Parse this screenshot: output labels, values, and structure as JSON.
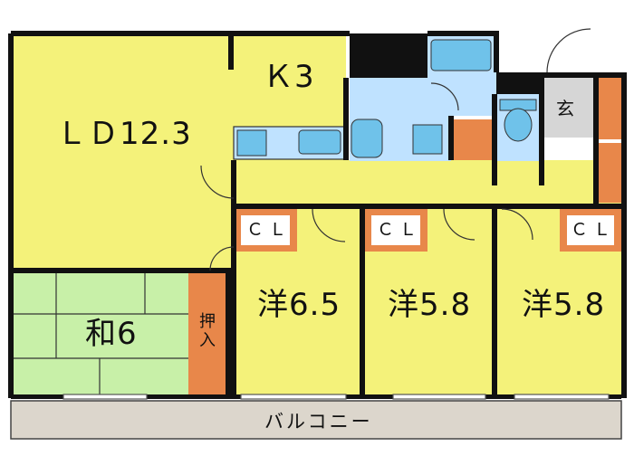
{
  "rooms": {
    "ld": "ＬＤ12.3",
    "kitchen": "Ｋ3",
    "entrance": "玄",
    "washitsu": "和6",
    "oshiire": "押入",
    "room1": "洋6.5",
    "room2": "洋5.8",
    "room3": "洋5.8",
    "closet1": "ＣＬ",
    "closet2": "ＣＬ",
    "closet3": "ＣＬ",
    "balcony": "バルコニー"
  },
  "colors": {
    "floor": "#f4f27a",
    "tatami": "#c8f0a8",
    "storage": "#e8874a",
    "wet_area": "#bfe2ff",
    "fixture": "#6fc2ea",
    "entrance": "#d6d6d6",
    "balcony": "#dcd6cc",
    "wall": "#111111",
    "closet_inner": "#ffffff"
  }
}
